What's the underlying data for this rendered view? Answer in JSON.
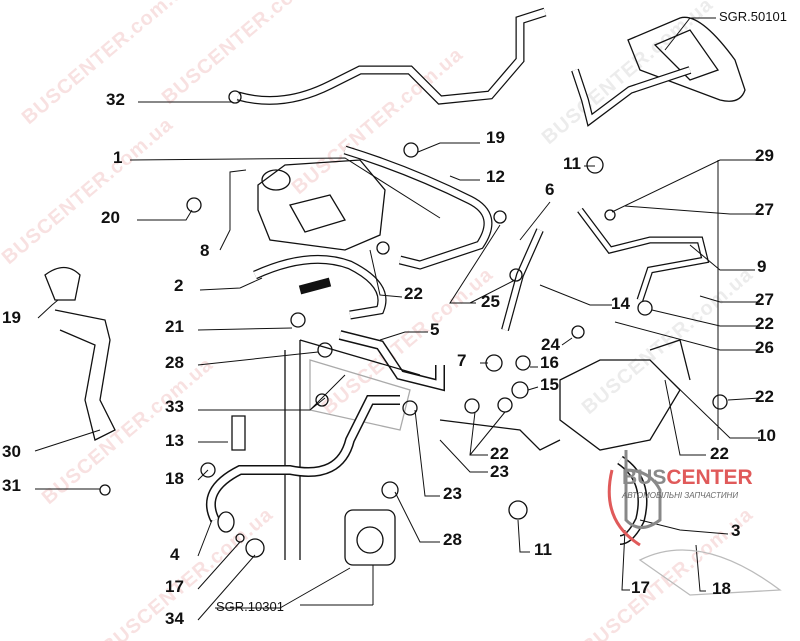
{
  "refs": {
    "top_right": "SGR.50101",
    "bottom": "SGR.10301"
  },
  "callouts": [
    "32",
    "19",
    "1",
    "12",
    "11",
    "29",
    "20",
    "27",
    "6",
    "8",
    "9",
    "2",
    "22",
    "25",
    "14",
    "27",
    "19",
    "21",
    "22",
    "24",
    "26",
    "5",
    "28",
    "7",
    "16",
    "15",
    "22",
    "33",
    "10",
    "13",
    "22",
    "22",
    "23",
    "30",
    "18",
    "31",
    "23",
    "4",
    "11",
    "28",
    "3",
    "17",
    "17",
    "18",
    "34"
  ],
  "watermark": "BUSCENTER.com.ua",
  "logo": {
    "brand_a": "BUS",
    "brand_b": "CENTER",
    "tagline": "АВТОМОБІЛЬНІ ЗАПЧАСТИНИ"
  },
  "colors": {
    "line": "#111111",
    "accent": "#e05a5a"
  }
}
